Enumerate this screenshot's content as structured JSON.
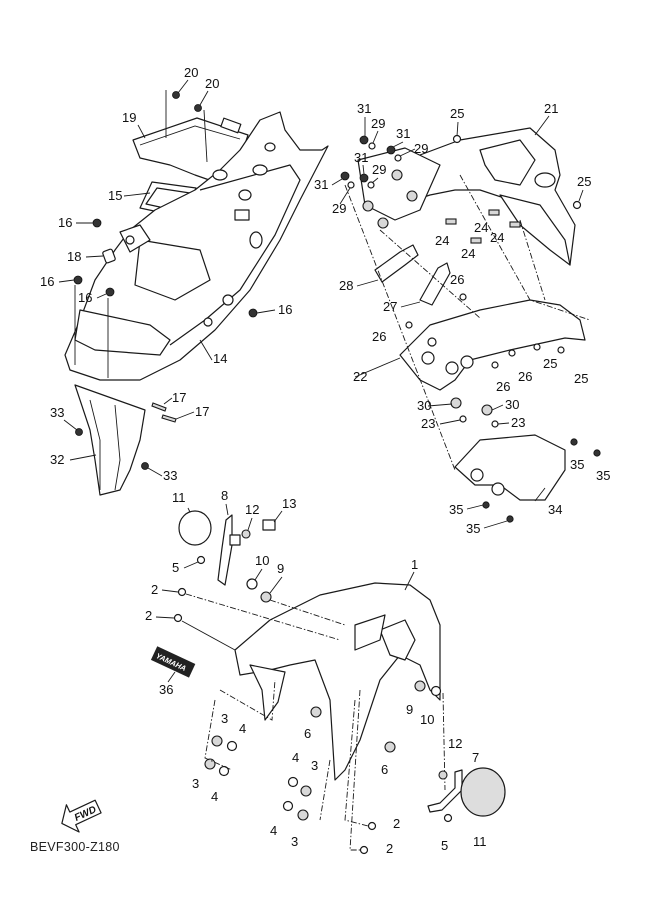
{
  "diagram": {
    "type": "exploded-parts-diagram",
    "subject": "Rear fender / front fender assembly",
    "drawing_code": "BEVF300-Z180",
    "direction_indicator": "FWD",
    "decal_text": "YAMAHA",
    "callouts": [
      {
        "id": "c20a",
        "label": "20"
      },
      {
        "id": "c20b",
        "label": "20"
      },
      {
        "id": "c19",
        "label": "19"
      },
      {
        "id": "c15",
        "label": "15"
      },
      {
        "id": "c16a",
        "label": "16"
      },
      {
        "id": "c18",
        "label": "18"
      },
      {
        "id": "c16b",
        "label": "16"
      },
      {
        "id": "c16c",
        "label": "16"
      },
      {
        "id": "c16d",
        "label": "16"
      },
      {
        "id": "c14",
        "label": "14"
      },
      {
        "id": "c17a",
        "label": "17"
      },
      {
        "id": "c17b",
        "label": "17"
      },
      {
        "id": "c33a",
        "label": "33"
      },
      {
        "id": "c32",
        "label": "32"
      },
      {
        "id": "c33b",
        "label": "33"
      },
      {
        "id": "c31a",
        "label": "31"
      },
      {
        "id": "c29a",
        "label": "29"
      },
      {
        "id": "c31b",
        "label": "31"
      },
      {
        "id": "c29b",
        "label": "29"
      },
      {
        "id": "c31c",
        "label": "31"
      },
      {
        "id": "c29c",
        "label": "29"
      },
      {
        "id": "c31d",
        "label": "31"
      },
      {
        "id": "c29d",
        "label": "29"
      },
      {
        "id": "c25a",
        "label": "25"
      },
      {
        "id": "c21",
        "label": "21"
      },
      {
        "id": "c25b",
        "label": "25"
      },
      {
        "id": "c24a",
        "label": "24"
      },
      {
        "id": "c24b",
        "label": "24"
      },
      {
        "id": "c24c",
        "label": "24"
      },
      {
        "id": "c24d",
        "label": "24"
      },
      {
        "id": "c28",
        "label": "28"
      },
      {
        "id": "c27",
        "label": "27"
      },
      {
        "id": "c26a",
        "label": "26"
      },
      {
        "id": "c26b",
        "label": "26"
      },
      {
        "id": "c26c",
        "label": "26"
      },
      {
        "id": "c26d",
        "label": "26"
      },
      {
        "id": "c25c",
        "label": "25"
      },
      {
        "id": "c25d",
        "label": "25"
      },
      {
        "id": "c22",
        "label": "22"
      },
      {
        "id": "c30a",
        "label": "30"
      },
      {
        "id": "c30b",
        "label": "30"
      },
      {
        "id": "c23a",
        "label": "23"
      },
      {
        "id": "c23b",
        "label": "23"
      },
      {
        "id": "c35a",
        "label": "35"
      },
      {
        "id": "c35b",
        "label": "35"
      },
      {
        "id": "c35c",
        "label": "35"
      },
      {
        "id": "c35d",
        "label": "35"
      },
      {
        "id": "c34",
        "label": "34"
      },
      {
        "id": "c11a",
        "label": "11"
      },
      {
        "id": "c8",
        "label": "8"
      },
      {
        "id": "c12a",
        "label": "12"
      },
      {
        "id": "c13",
        "label": "13"
      },
      {
        "id": "c5a",
        "label": "5"
      },
      {
        "id": "c10a",
        "label": "10"
      },
      {
        "id": "c9a",
        "label": "9"
      },
      {
        "id": "c1",
        "label": "1"
      },
      {
        "id": "c2a",
        "label": "2"
      },
      {
        "id": "c2b",
        "label": "2"
      },
      {
        "id": "c36",
        "label": "36"
      },
      {
        "id": "c3a",
        "label": "3"
      },
      {
        "id": "c4a",
        "label": "4"
      },
      {
        "id": "c3b",
        "label": "3"
      },
      {
        "id": "c4b",
        "label": "4"
      },
      {
        "id": "c6a",
        "label": "6"
      },
      {
        "id": "c9b",
        "label": "9"
      },
      {
        "id": "c10b",
        "label": "10"
      },
      {
        "id": "c6b",
        "label": "6"
      },
      {
        "id": "c4c",
        "label": "4"
      },
      {
        "id": "c3c",
        "label": "3"
      },
      {
        "id": "c4d",
        "label": "4"
      },
      {
        "id": "c3d",
        "label": "3"
      },
      {
        "id": "c12b",
        "label": "12"
      },
      {
        "id": "c7",
        "label": "7"
      },
      {
        "id": "c2c",
        "label": "2"
      },
      {
        "id": "c2d",
        "label": "2"
      },
      {
        "id": "c5b",
        "label": "5"
      },
      {
        "id": "c11b",
        "label": "11"
      }
    ]
  }
}
